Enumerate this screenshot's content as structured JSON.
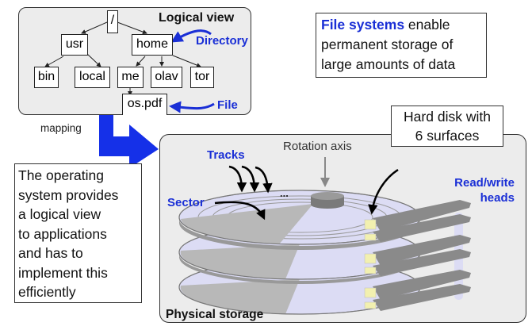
{
  "logical_view": {
    "title": "Logical view",
    "nodes": {
      "root": "/",
      "usr": "usr",
      "home": "home",
      "bin": "bin",
      "local": "local",
      "me": "me",
      "olav": "olav",
      "tor": "tor",
      "file": "os.pdf"
    },
    "annotations": {
      "directory": "Directory",
      "file": "File"
    }
  },
  "mapping_label": "mapping",
  "file_systems_box": {
    "highlight": "File systems",
    "rest_line1": " enable",
    "line2": "permanent storage of",
    "line3": "large amounts of data"
  },
  "os_box": {
    "lines": [
      "The operating",
      "system provides",
      "a logical view",
      "to applications",
      "and has to",
      "implement this",
      "efficiently"
    ]
  },
  "hard_disk_box": {
    "line1": "Hard disk with",
    "line2": "6 surfaces"
  },
  "physical_storage": {
    "title": "Physical storage",
    "labels": {
      "tracks": "Tracks",
      "rotation_axis": "Rotation axis",
      "sector": "Sector",
      "ellipsis": "...",
      "read_write_line1": "Read/write",
      "read_write_line2": "heads"
    }
  },
  "colors": {
    "accent_blue": "#1a2fd6",
    "panel_gray": "#ececec",
    "platter": "#dcdcf4",
    "sector": "#b8b8b8",
    "arm": "#8a8a8a",
    "head": "#f2f0b0"
  }
}
